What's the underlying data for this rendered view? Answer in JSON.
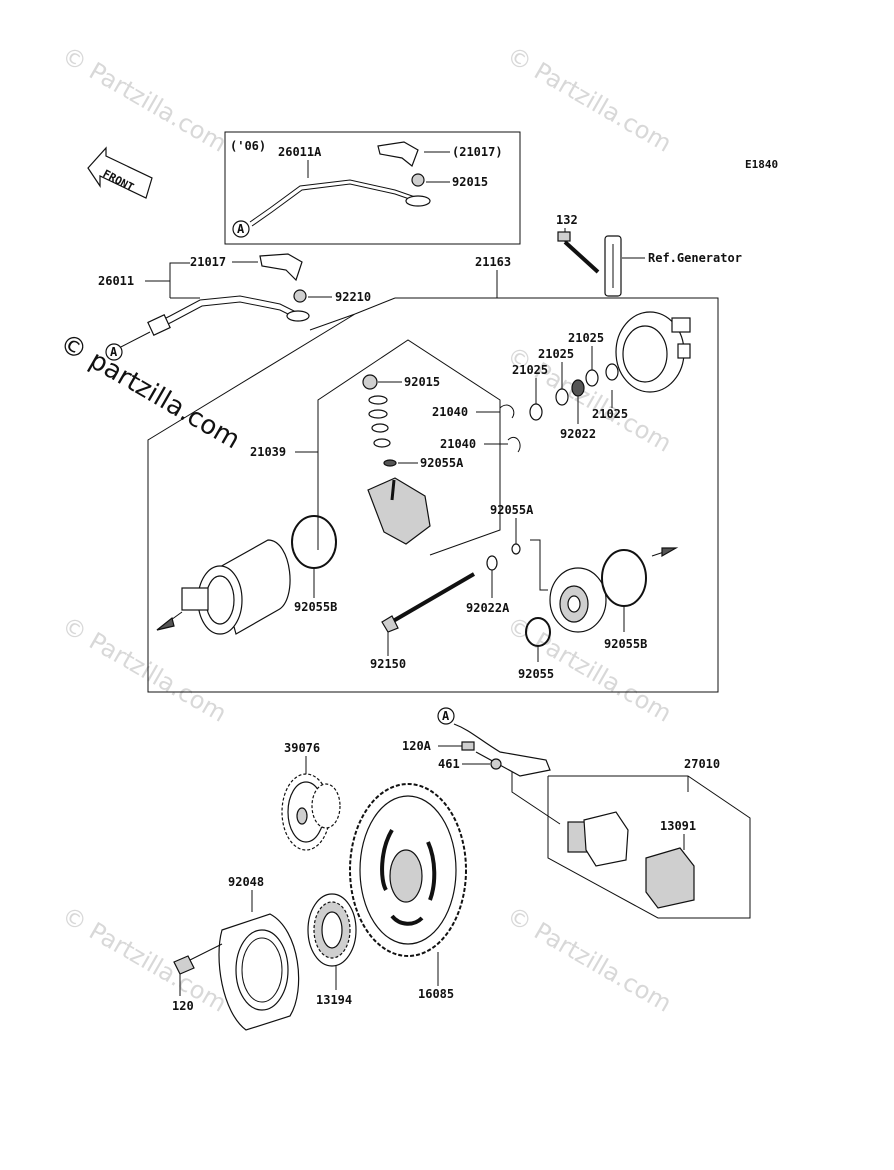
{
  "diagram_code": "E1840",
  "watermark": {
    "small": "© Partzilla.com",
    "large": "© partzilla.com"
  },
  "front_label": "FRONT",
  "inset_year": "('06)",
  "ref_generator": "Ref.Generator",
  "callouts": {
    "p26011A": "26011A",
    "p21017_paren": "(21017)",
    "p92015_top": "92015",
    "p132": "132",
    "p21017": "21017",
    "p26011": "26011",
    "p92210": "92210",
    "p21163": "21163",
    "p21025_a": "21025",
    "p21025_b": "21025",
    "p21025_c": "21025",
    "p21025_d": "21025",
    "p92022": "92022",
    "p92015": "92015",
    "p21040_a": "21040",
    "p21040_b": "21040",
    "p21039": "21039",
    "p92055A_a": "92055A",
    "p92055A_b": "92055A",
    "p92055B_a": "92055B",
    "p92055B_b": "92055B",
    "p92022A": "92022A",
    "p92150": "92150",
    "p92055": "92055",
    "p39076": "39076",
    "p120A": "120A",
    "p461": "461",
    "p27010": "27010",
    "p13091": "13091",
    "p92048": "92048",
    "p120": "120",
    "p13194": "13194",
    "p16085": "16085"
  },
  "connector_marks": {
    "a1": "A",
    "a2": "A",
    "a3": "A"
  }
}
